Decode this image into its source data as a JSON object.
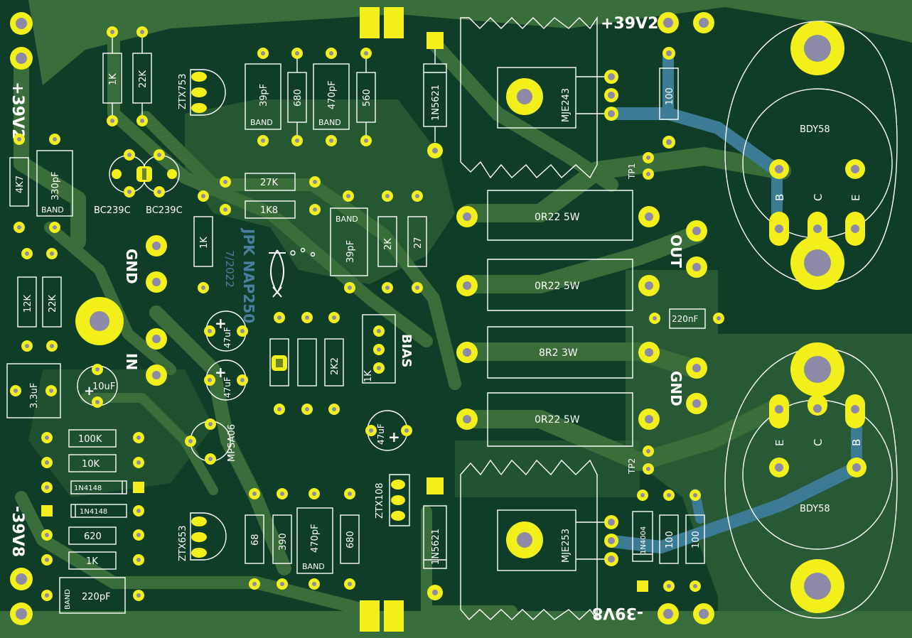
{
  "colors": {
    "board": "#0f3d28",
    "copper_fill": "#3f7540",
    "pad": "#f2ef1a",
    "drill": "#8d8aa8",
    "silkscreen": "#ffffff",
    "bottom_track": "#3b7c94"
  },
  "title": {
    "name": "JPK NAP250",
    "date": "7/2022"
  },
  "rails": {
    "pos_left": "+39V2",
    "pos_top": "+39V2",
    "neg_left": "-39V8",
    "neg_bottom": "-39V8"
  },
  "connectors": {
    "gnd_in": "GND",
    "in": "IN",
    "out": "OUT",
    "gnd_out": "GND",
    "bias": "BIAS",
    "tp1": "TP1",
    "tp2": "TP2"
  },
  "components": {
    "r_1k_a": "1K",
    "r_22k_a": "22K",
    "q_ztx753": "ZTX753",
    "c_39pf_a": "39pF",
    "band_a": "BAND",
    "r_680_a": "680",
    "c_470pf_a": "470pF",
    "band_b": "BAND",
    "r_560": "560",
    "d_1n5621_a": "1N5621",
    "q_mje243": "MJE243",
    "r_100_a": "100",
    "q_bdy58_a": "BDY58",
    "bdy58_a_b": "B",
    "bdy58_a_c": "C",
    "bdy58_a_e": "E",
    "r_4k7": "4K7",
    "c_330pf": "330pF",
    "band_c": "BAND",
    "q_bc239c_a": "BC239C",
    "q_bc239c_b": "BC239C",
    "r_27k": "27K",
    "r_1k8": "1K8",
    "r_1k_b": "1K",
    "band_d": "BAND",
    "c_39pf_b": "39pF",
    "r_2k": "2K",
    "r_27": "27",
    "r_0r22_a": "0R22 5W",
    "r_0r22_b": "0R22 5W",
    "r_8r2": "8R2 3W",
    "r_0r22_c": "0R22 5W",
    "c_220nf": "220nF",
    "r_12k": "12K",
    "r_22k_b": "22K",
    "c_47uf_a": "47uF",
    "c_47uf_b": "47uF",
    "r_2k2": "2K2",
    "r_1k_trim": "1K",
    "c_3u3": "3.3uF",
    "c_10uf": "10uF",
    "c_47uf_c": "47uF",
    "r_100k": "100K",
    "r_10k": "10K",
    "q_mpsa06": "MPSA06",
    "d_1n4148_a": "1N4148",
    "d_1n4148_b": "1N4148",
    "r_620": "620",
    "r_1k_c": "1K",
    "band_e": "BAND",
    "c_220pf": "220pF",
    "q_ztx653": "ZTX653",
    "r_68": "68",
    "r_390": "390",
    "c_470pf_b": "470pF",
    "band_f": "BAND",
    "r_680_b": "680",
    "q_ztx108": "ZTX108",
    "d_1n5621_b": "1N5621",
    "q_mje253": "MJE253",
    "d_1n4004": "1N4004",
    "r_100_b": "100",
    "r_100_c": "100",
    "q_bdy58_b": "BDY58",
    "bdy58_b_e": "E",
    "bdy58_b_c": "C",
    "bdy58_b_b": "B"
  }
}
